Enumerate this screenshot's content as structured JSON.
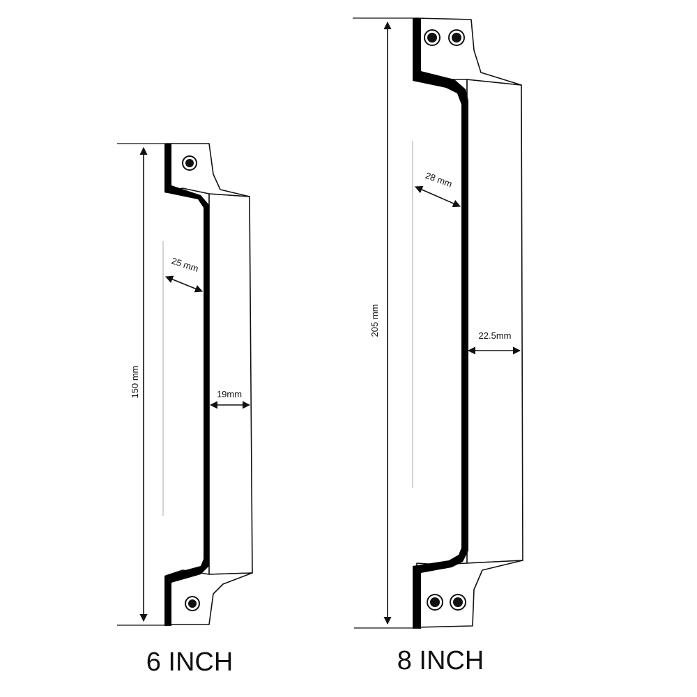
{
  "handles": [
    {
      "size_label": "6 INCH",
      "length": "150 mm",
      "grip_depth": "25 mm",
      "width": "19mm",
      "holes_per_end": 1
    },
    {
      "size_label": "8 INCH",
      "length": "205 mm",
      "grip_depth": "28 mm",
      "width": "22.5mm",
      "holes_per_end": 2
    }
  ],
  "colors": {
    "line": "#111111",
    "fill": "#000000",
    "background": "#ffffff"
  }
}
